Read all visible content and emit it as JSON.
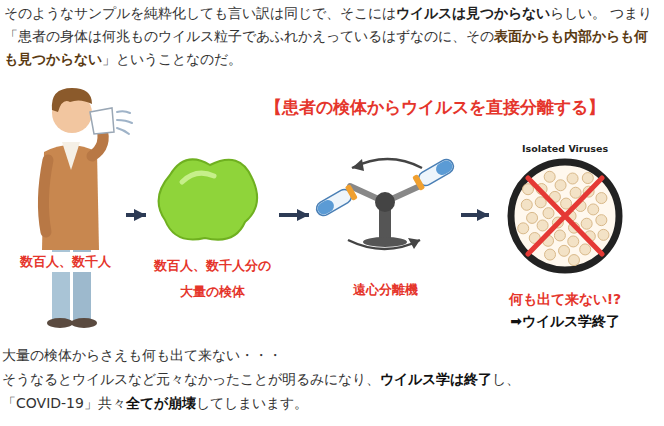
{
  "diagram": {
    "title": "【患者の検体からウイルスを直接分離する】",
    "nodes": [
      {
        "text": [
          "数百人、数千人"
        ]
      },
      {
        "text": [
          "数百人、数千人分の 大量の検体"
        ]
      },
      {
        "text": [
          "遠心分離機"
        ]
      },
      {
        "text": [
          "Isolated Viruses",
          "何も出て来ない!?",
          "➡ウイルス学終了"
        ]
      }
    ],
    "edges": [
      {
        "from": 0,
        "to": 1,
        "arrow": "to"
      },
      {
        "from": 1,
        "to": 2,
        "arrow": "to"
      },
      {
        "from": 2,
        "to": 3,
        "arrow": "to"
      }
    ],
    "labels": [
      "そのようなサンプルを純粋化しても言い訳は同じで、そこには",
      "ウイルスは見つからない",
      "らしい。 つまり「患者の身体は何兆ものウイルス粒子であふれかえっているはずなのに、その",
      "表面からも内部からも何も見つからない",
      "」ということなのだ。",
      "大量の検体からさえも何も出て来ない・・・",
      "そうなるとウイルスなど元々なかったことが明るみになり、",
      "ウイルス学は終了",
      "し、",
      "「COVID-19」共々",
      "全てが崩壊",
      "してしまいます。"
    ]
  }
}
